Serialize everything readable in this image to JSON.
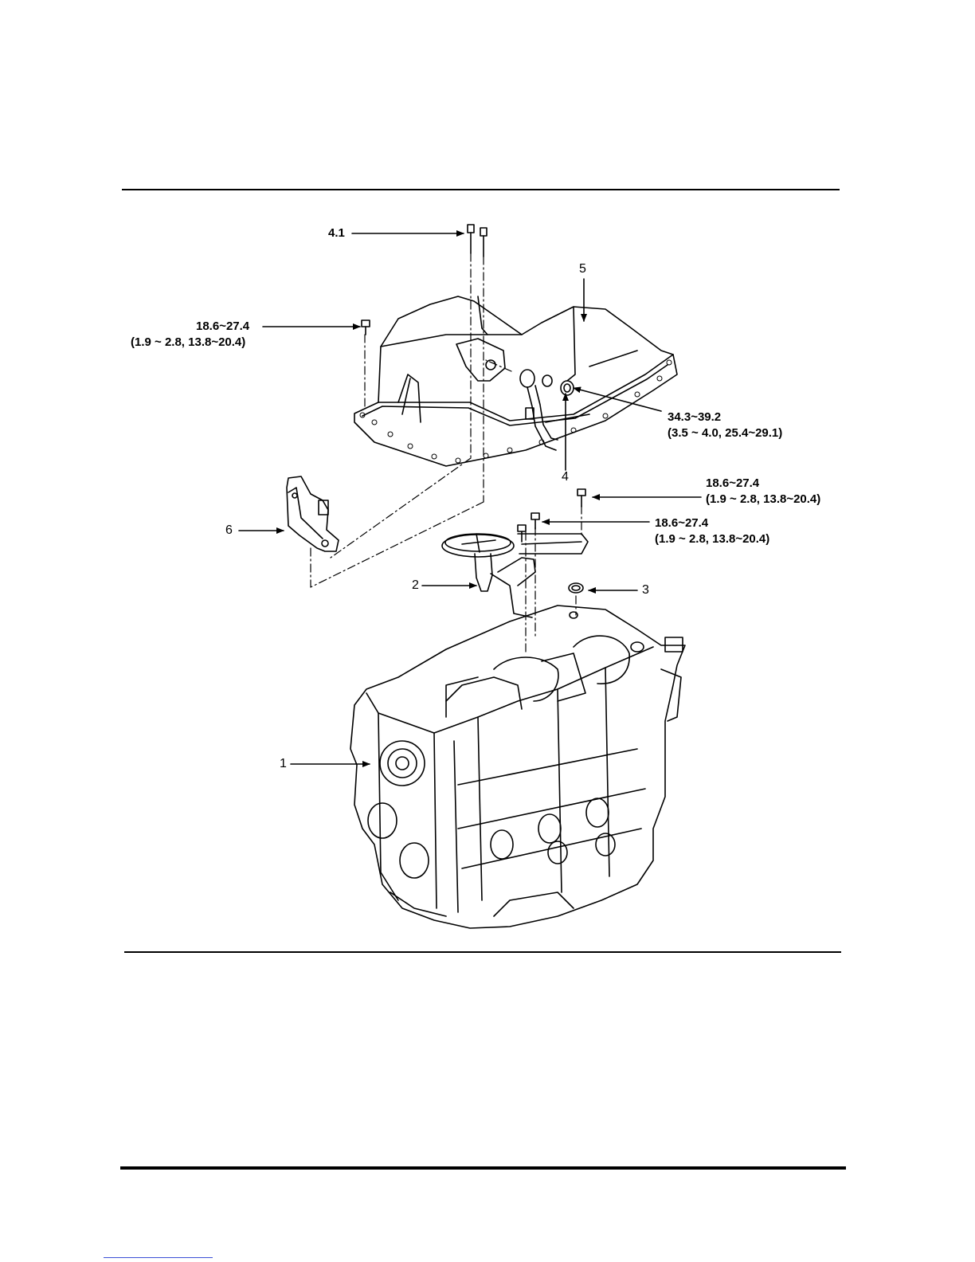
{
  "diagram": {
    "callouts": {
      "c_4_1": "4.1",
      "c_5": "5",
      "c_4": "4",
      "c_6": "6",
      "c_2": "2",
      "c_3": "3",
      "c_1": "1"
    },
    "torques": {
      "pan_left": {
        "line1": "18.6~27.4",
        "line2": "(1.9 ~ 2.8, 13.8~20.4)"
      },
      "drain_plug": {
        "line1": "34.3~39.2",
        "line2": "(3.5 ~ 4.0, 25.4~29.1)"
      },
      "upper_right": {
        "line1": "18.6~27.4",
        "line2": "(1.9 ~ 2.8, 13.8~20.4)"
      },
      "strainer": {
        "line1": "18.6~27.4",
        "line2": "(1.9 ~ 2.8, 13.8~20.4)"
      }
    }
  }
}
